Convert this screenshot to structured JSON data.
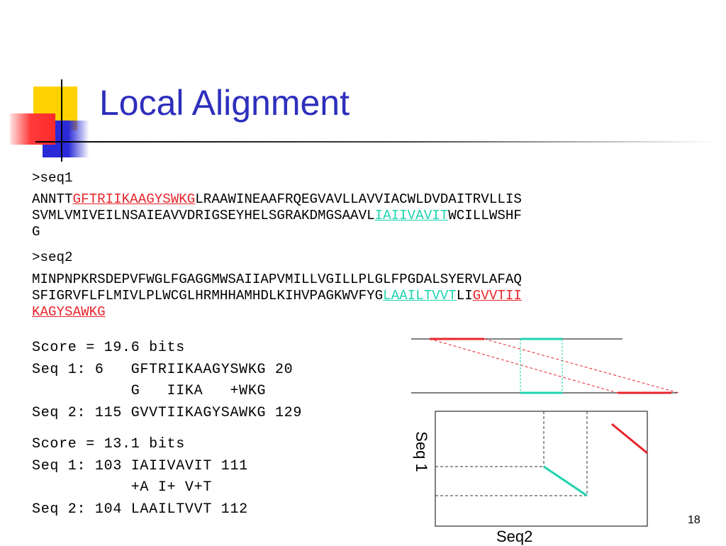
{
  "slide": {
    "title": "Local Alignment",
    "page_number": "18"
  },
  "seq1": {
    "header": ">seq1",
    "line1_a": "ANNTT",
    "line1_hl": "GFTRIIKAAGYSWKG",
    "line1_b": "LRAAWINEAAFRQEGVAVLLAVVIACWLDVDAITRVLLIS",
    "line2_a": "SVMLVMIVEILNSAIEAVVDRIGSEYHELSGRAKDMGSAAVL",
    "line2_hl": "IAIIVAVIT",
    "line2_b": "WCILLWSHF",
    "line3": "G"
  },
  "seq2": {
    "header": ">seq2",
    "line1": "MINPNPKRSDEPVFWGLFGAGGMWSAIIAPVMILLVGILLPLGLFPGDALSYERVLAFAQ",
    "line2_a": "SFIGRVFLFLMIVLPLWCGLHRMHHAMHDLKIHVPAGKWVFYG",
    "line2_hl_cyan": "LAAILTVVT",
    "line2_b": "LI",
    "line2_hl_red": "GVVTII",
    "line3_hl_red": "KAGYSAWKG"
  },
  "alignment1": {
    "score": "Score = 19.6 bits",
    "seq1": "Seq 1: 6   GFTRIIKAAGYSWKG 20",
    "match": "           G   IIKA   +WKG",
    "seq2": "Seq 2: 115 GVVTIIKAGYSAWKG 129"
  },
  "alignment2": {
    "score": "Score = 13.1 bits",
    "seq1": "Seq 1: 103 IAIIVAVIT 111",
    "match": "           +A I+ V+T",
    "seq2": "Seq 2: 104 LAAILTVVT 112"
  },
  "dotplot": {
    "xlabel": "Seq2",
    "ylabel": "Seq 1"
  },
  "colors": {
    "title": "#2e2ebd",
    "red_match": "#e8242b",
    "cyan_match": "#1dd3ae"
  }
}
